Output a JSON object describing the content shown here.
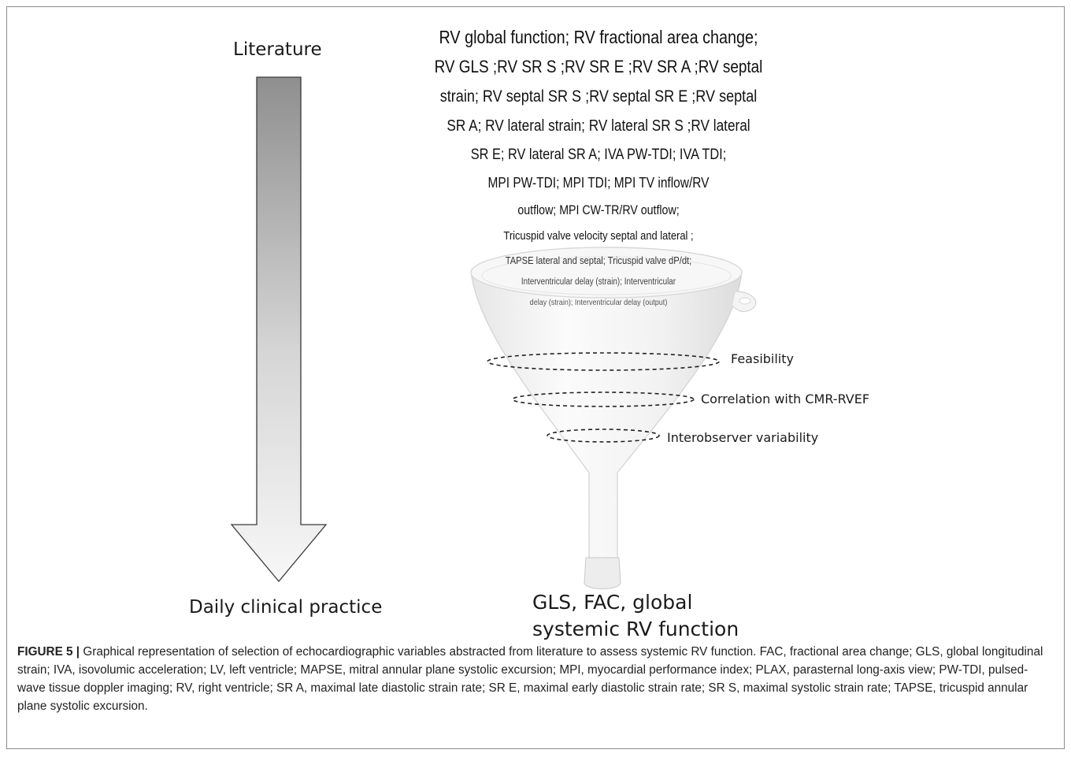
{
  "left_axis": {
    "top_label": "Literature",
    "bottom_label": "Daily clinical practice"
  },
  "variables_lines": [
    "RV global function; RV fractional area change;",
    "RV GLS ;RV SR S ;RV SR E ;RV SR A ;RV septal",
    "strain; RV septal SR S ;RV septal SR E ;RV septal",
    "SR A; RV lateral strain; RV lateral SR S ;RV lateral",
    "SR E; RV lateral SR A; IVA PW-TDI; IVA TDI;",
    "MPI PW-TDI; MPI TDI; MPI TV inflow/RV",
    "outflow; MPI CW-TR/RV outflow;",
    "Tricuspid valve velocity septal and lateral ;",
    "TAPSE lateral and septal; Tricuspid valve dP/dt;",
    "Interventricular delay (strain); Interventricular",
    "delay (strain); Interventricular delay (output)"
  ],
  "filter_stages": [
    "Feasibility",
    "Correlation with CMR-RVEF",
    "Interobserver variability"
  ],
  "result_lines": [
    "GLS, FAC, global",
    "systemic RV function"
  ],
  "caption": {
    "figure_label": "FIGURE 5 |",
    "text": "Graphical representation of selection of echocardiographic variables abstracted from literature to assess systemic RV function. FAC, fractional area change; GLS, global longitudinal strain; IVA, isovolumic acceleration; LV, left ventricle; MAPSE, mitral annular plane systolic excursion; MPI, myocardial performance index; PLAX, parasternal long-axis view; PW-TDI, pulsed-wave tissue doppler imaging; RV, right ventricle; SR A, maximal late diastolic strain rate; SR E, maximal early diastolic strain rate; SR S, maximal systolic strain rate; TAPSE, tricuspid annular plane systolic excursion."
  }
}
